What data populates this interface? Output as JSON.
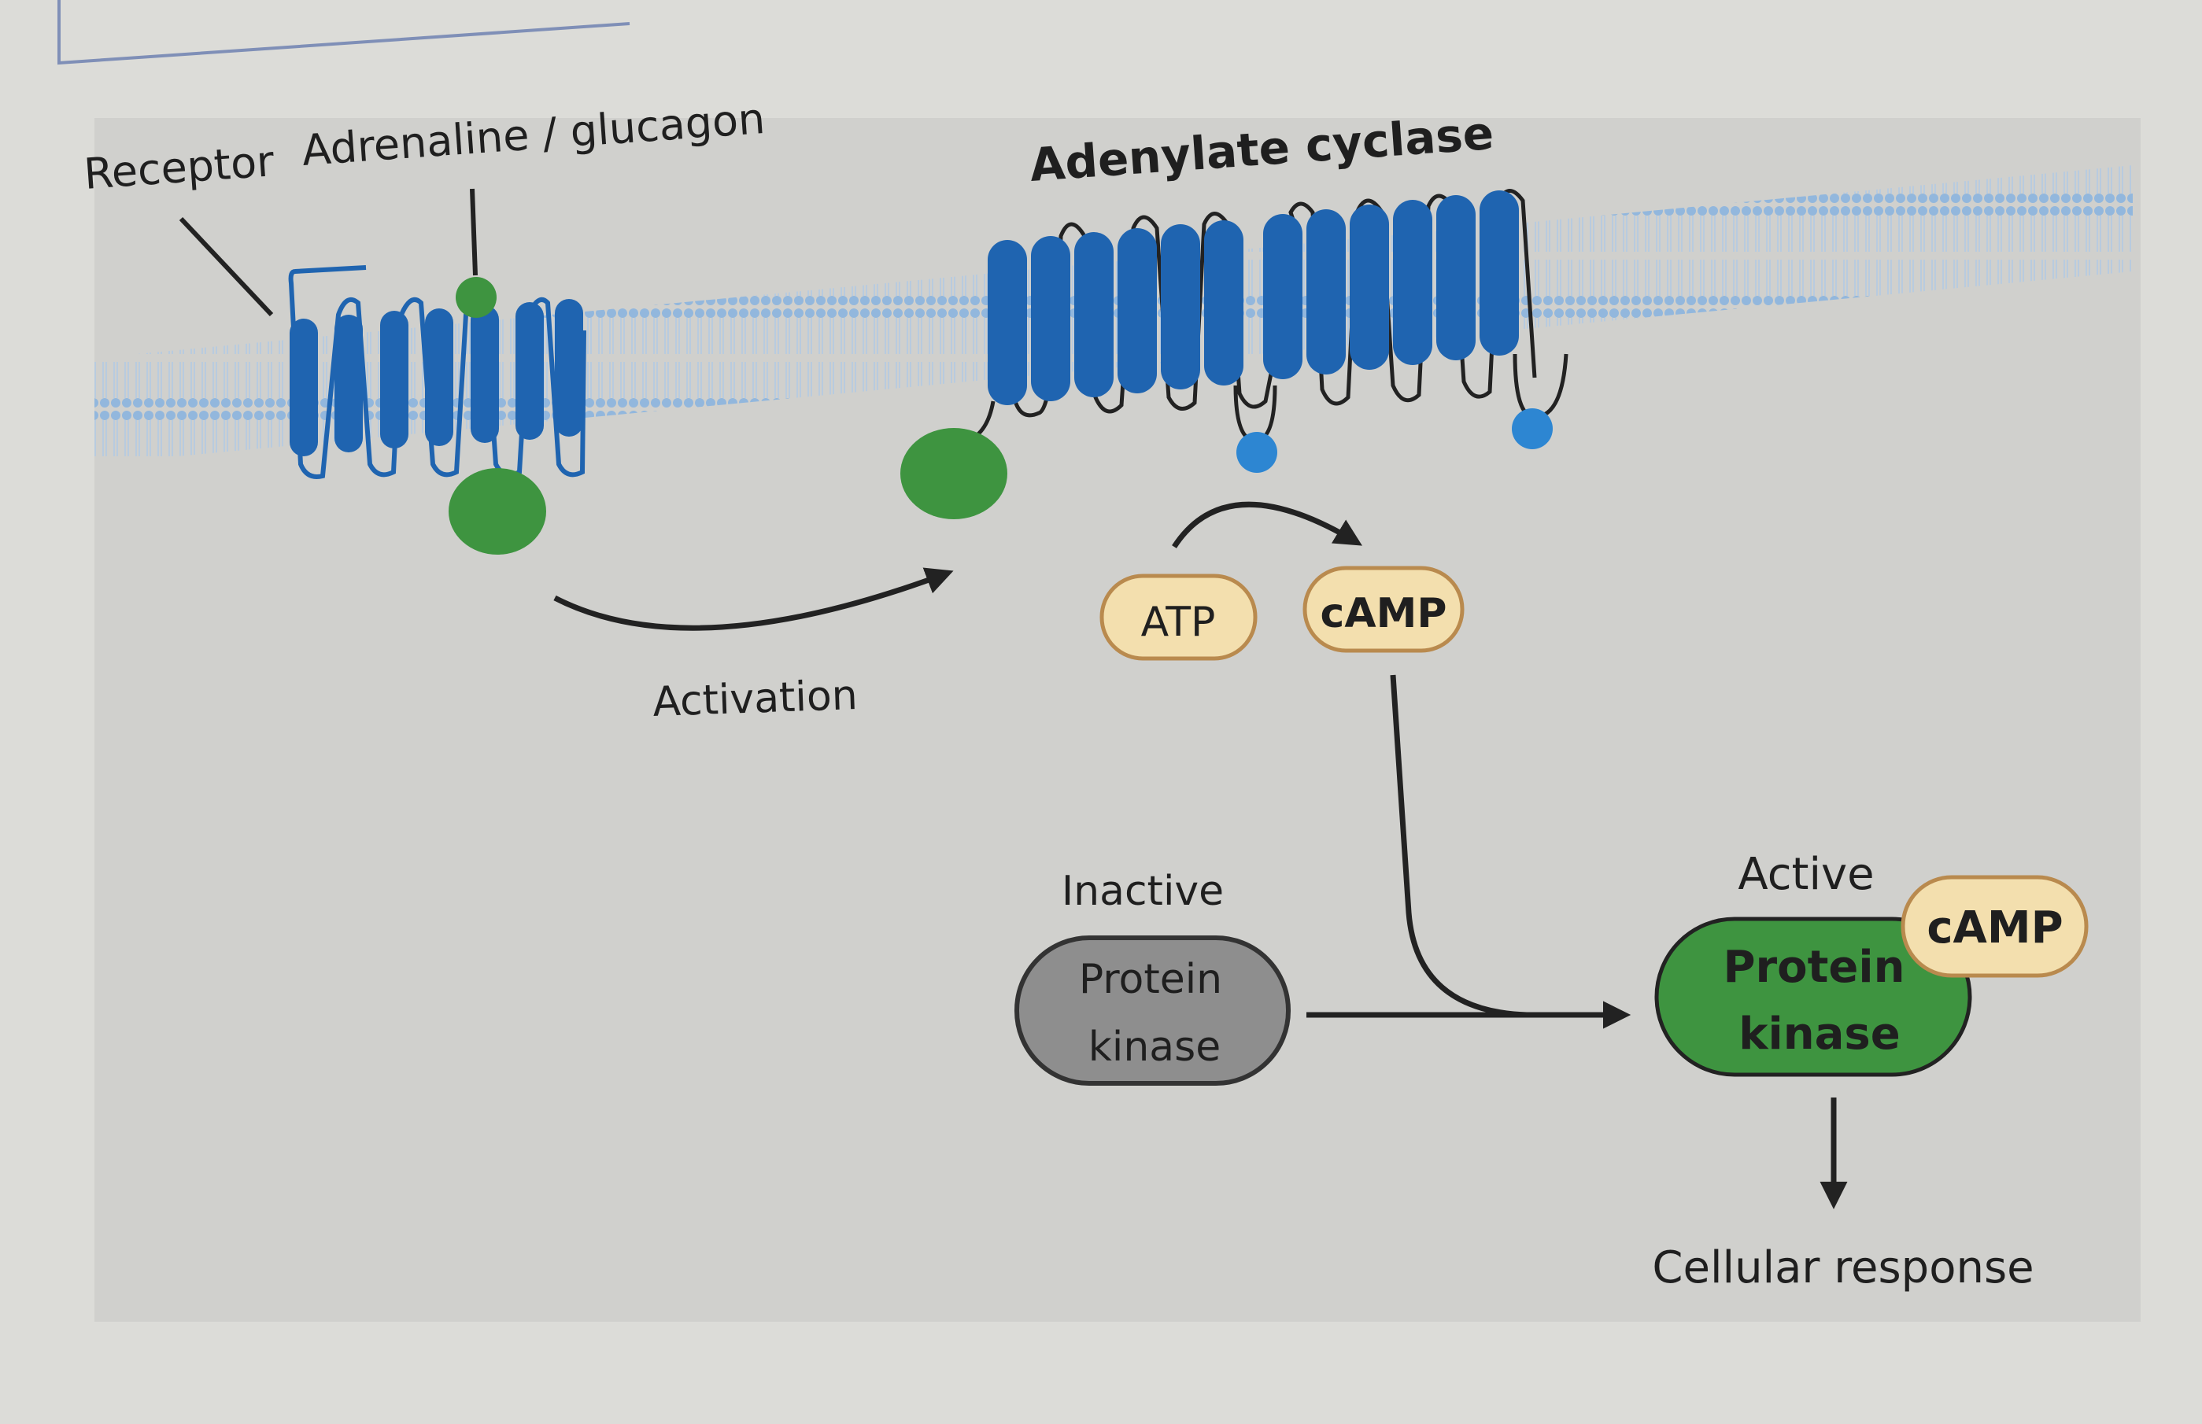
{
  "labels": {
    "receptor": "Receptor",
    "hormone": "Adrenaline / glucagon",
    "enzyme": "Adenylate cyclase",
    "activation": "Activation",
    "atp": "ATP",
    "camp": "cAMP",
    "inactive": "Inactive",
    "active": "Active",
    "protein_line1": "Protein",
    "protein_line2": "kinase",
    "active_camp": "cAMP",
    "response": "Cellular response"
  },
  "colors": {
    "membrane_protein": "#1f64b0",
    "g_protein": "#3e9440",
    "camp_fill": "#f3dfae",
    "camp_stroke": "#b98a4e",
    "inactive_kinase": "#8e8e8e",
    "active_kinase": "#3e9440",
    "phosphate_blue": "#2d86d2"
  }
}
